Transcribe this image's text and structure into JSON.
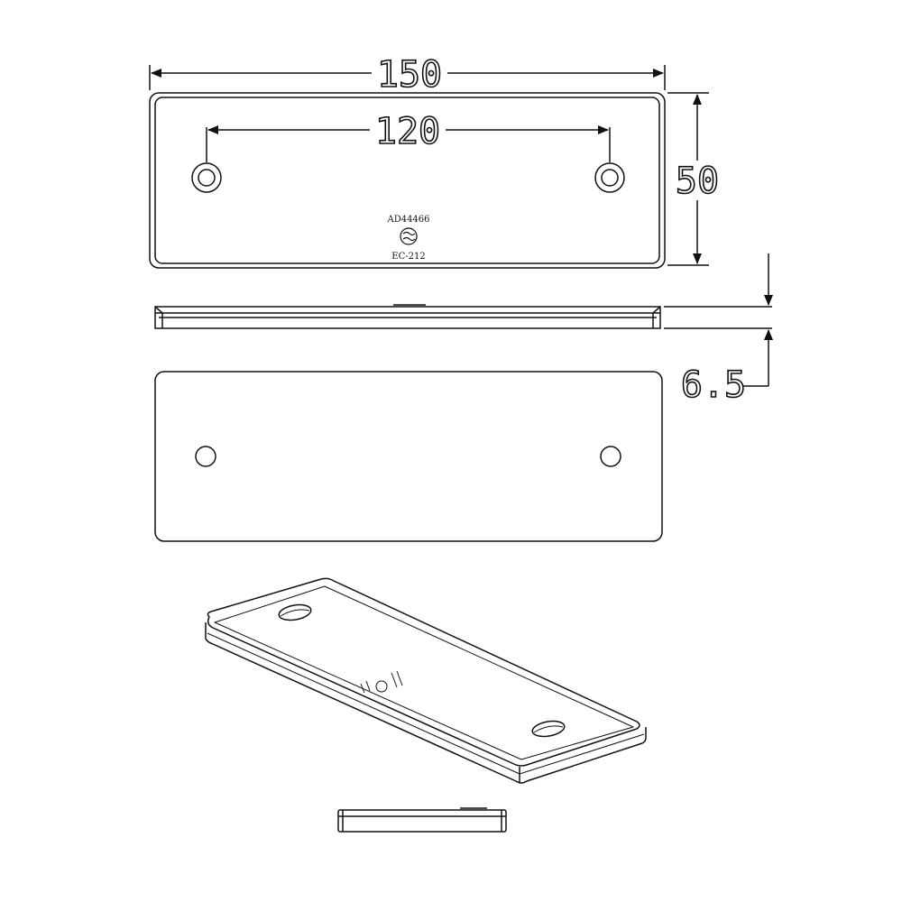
{
  "dimensions": {
    "length": "150",
    "hole_spacing": "120",
    "width": "50",
    "thickness": "6.5"
  },
  "markings": {
    "approval_code": "AD44466",
    "standard": "EC-212"
  },
  "colors": {
    "line": "#111111",
    "background": "#ffffff"
  }
}
